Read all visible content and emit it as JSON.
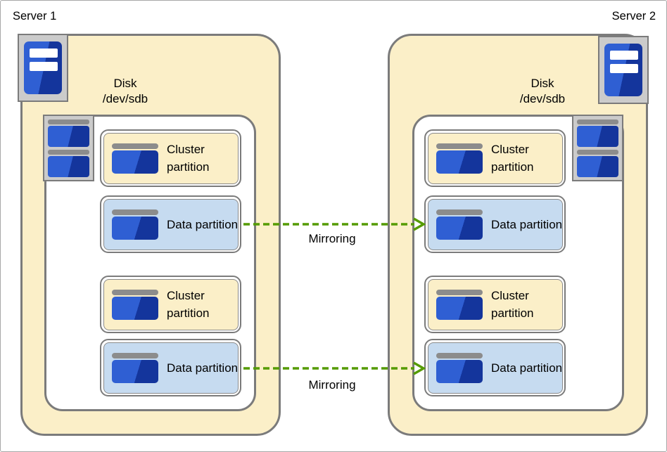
{
  "diagram": {
    "description": "Two servers with mirrored disk partitions"
  },
  "servers": [
    {
      "title": "Server 1",
      "disk": {
        "line1": "Disk",
        "line2": "/dev/sdb"
      },
      "partitions": [
        {
          "type": "cluster",
          "label": "Cluster partition"
        },
        {
          "type": "data",
          "label": "Data partition"
        },
        {
          "type": "cluster",
          "label": "Cluster partition"
        },
        {
          "type": "data",
          "label": "Data partition"
        }
      ]
    },
    {
      "title": "Server 2",
      "disk": {
        "line1": "Disk",
        "line2": "/dev/sdb"
      },
      "partitions": [
        {
          "type": "cluster",
          "label": "Cluster partition"
        },
        {
          "type": "data",
          "label": "Data partition"
        },
        {
          "type": "cluster",
          "label": "Cluster partition"
        },
        {
          "type": "data",
          "label": "Data partition"
        }
      ]
    }
  ],
  "arrows": [
    {
      "label": "Mirroring"
    },
    {
      "label": "Mirroring"
    }
  ],
  "colors": {
    "server_fill": "#FBEFC8",
    "cluster_fill": "#FBEFC8",
    "data_fill": "#C6DBF0",
    "border_gray": "#7B7B7B",
    "icon_frame": "#CBCBCB",
    "icon_bar": "#8C8C8C",
    "blue_light": "#2F5FD3",
    "blue_dark": "#14359C",
    "arrow_green": "#559B00",
    "text_color": "#000000",
    "background": "#FFFFFF"
  }
}
